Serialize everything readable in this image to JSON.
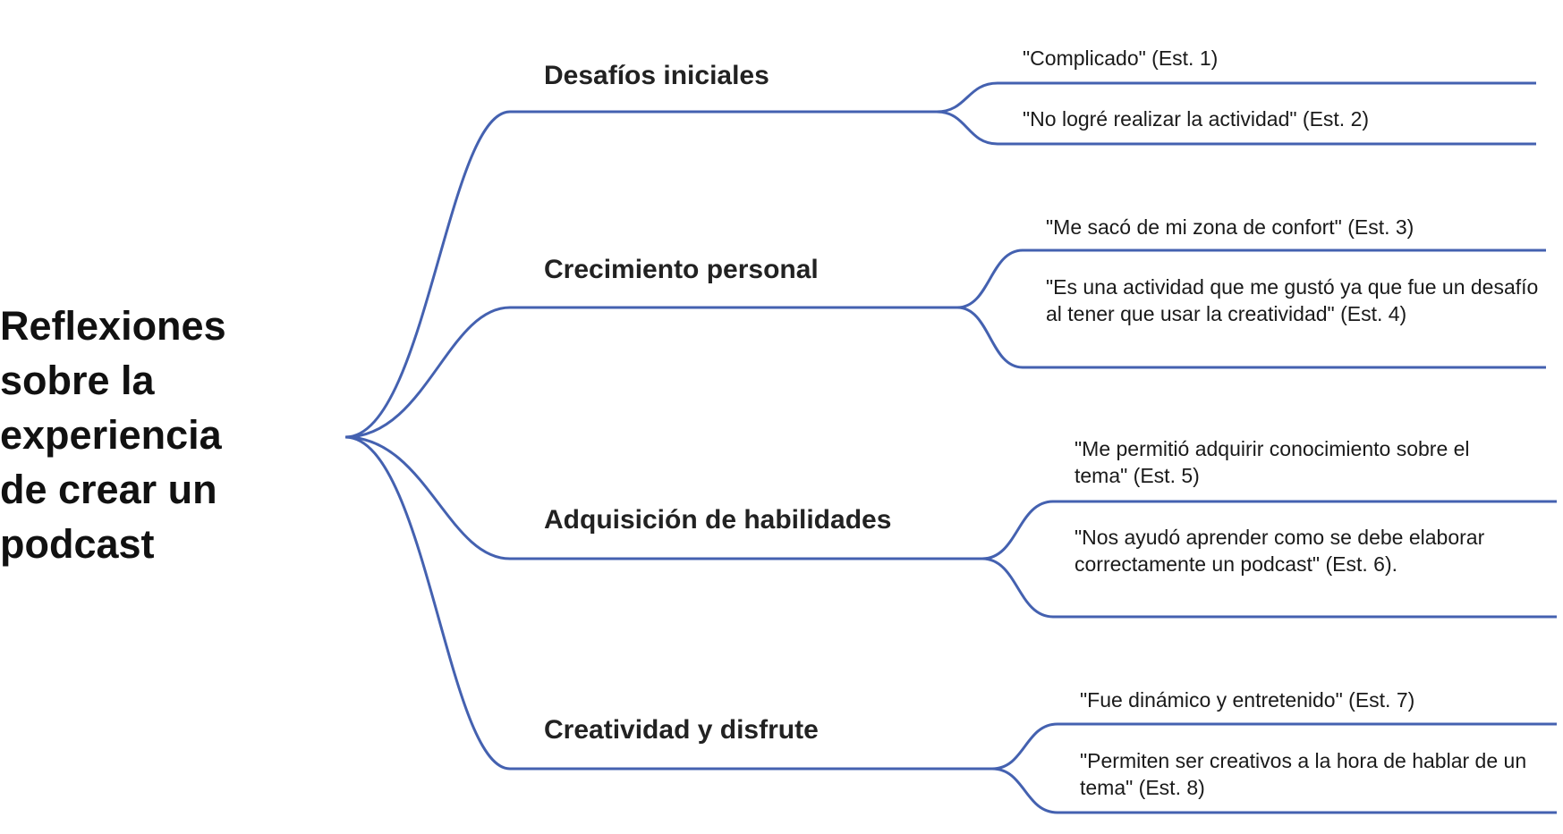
{
  "root": {
    "title": "Reflexiones sobre la experiencia de crear un podcast"
  },
  "line_color": "#4461b0",
  "branches": [
    {
      "label": "Desafíos iniciales",
      "leaves": [
        "\"Complicado\" (Est. 1)",
        "\"No logré realizar la actividad\" (Est. 2)"
      ]
    },
    {
      "label": "Crecimiento personal",
      "leaves": [
        "\"Me sacó de mi zona de confort\" (Est. 3)",
        "\"Es una actividad que me gustó ya que fue un desafío al tener que usar la creatividad\" (Est. 4)"
      ]
    },
    {
      "label": "Adquisición de habilidades",
      "leaves": [
        "\"Me permitió  adquirir conocimiento sobre el tema\" (Est. 5)",
        "\"Nos ayudó aprender como se debe elaborar correctamente un podcast\" (Est. 6)."
      ]
    },
    {
      "label": "Creatividad y disfrute",
      "leaves": [
        "\"Fue dinámico y entretenido\" (Est. 7)",
        "\"Permiten ser creativos a la hora de hablar de un tema\" (Est. 8)"
      ]
    }
  ]
}
